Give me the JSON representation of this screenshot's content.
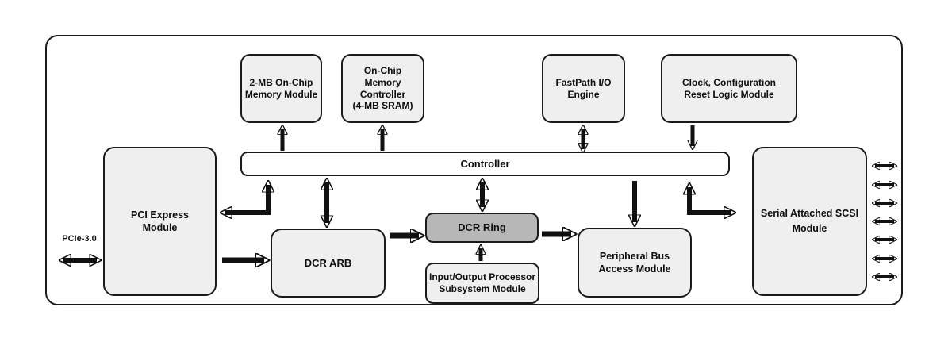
{
  "diagram": {
    "type": "block-diagram",
    "boxes": {
      "mem_module": {
        "label": "2-MB On-Chip\nMemory Module"
      },
      "mem_controller": {
        "label": "On-Chip Memory\nController\n(4-MB SRAM)"
      },
      "fastpath": {
        "label": "FastPath I/O\nEngine"
      },
      "clock_reset": {
        "label": "Clock, Configuration\nReset Logic Module"
      },
      "controller": {
        "label": "Controller"
      },
      "pci_express": {
        "label": "PCI Express\nModule"
      },
      "dcr_arb": {
        "label": "DCR ARB"
      },
      "dcr_ring": {
        "label": "DCR Ring"
      },
      "io_processor": {
        "label": "Input/Output Processor\nSubsystem Module"
      },
      "peripheral_bus": {
        "label": "Peripheral Bus\nAccess Module"
      },
      "sas_module": {
        "label": "Serial Attached SCSI\nModule"
      }
    },
    "external_labels": {
      "pcie": "PCIe-3.0"
    },
    "colors": {
      "box_fill": "#efefef",
      "highlight_fill": "#b7b7b7",
      "controller_fill": "#ffffff",
      "border": "#1a1a1a",
      "arrow": "#111111",
      "background": "#ffffff"
    },
    "connections": [
      {
        "from": "PCIe-3.0 (external)",
        "to": "PCI Express Module",
        "direction": "bidirectional"
      },
      {
        "from": "Controller",
        "to": "2-MB On-Chip Memory Module",
        "direction": "up"
      },
      {
        "from": "Controller",
        "to": "On-Chip Memory Controller (4-MB SRAM)",
        "direction": "up"
      },
      {
        "from": "Controller",
        "to": "FastPath I/O Engine",
        "direction": "bidirectional"
      },
      {
        "from": "Clock, Configuration Reset Logic Module",
        "to": "Controller",
        "direction": "down"
      },
      {
        "from": "Controller",
        "to": "PCI Express Module",
        "direction": "bidirectional-elbow"
      },
      {
        "from": "PCI Express Module",
        "to": "DCR ARB",
        "direction": "right"
      },
      {
        "from": "Controller",
        "to": "DCR ARB",
        "direction": "bidirectional"
      },
      {
        "from": "Controller",
        "to": "DCR Ring",
        "direction": "bidirectional"
      },
      {
        "from": "DCR ARB",
        "to": "DCR Ring",
        "direction": "right"
      },
      {
        "from": "DCR Ring",
        "to": "Peripheral Bus Access Module",
        "direction": "right"
      },
      {
        "from": "Input/Output Processor Subsystem Module",
        "to": "DCR Ring",
        "direction": "up"
      },
      {
        "from": "Controller",
        "to": "Peripheral Bus Access Module",
        "direction": "down"
      },
      {
        "from": "Controller",
        "to": "Serial Attached SCSI Module",
        "direction": "bidirectional-elbow"
      },
      {
        "from": "Serial Attached SCSI Module",
        "to": "external ports",
        "direction": "bidirectional",
        "count": 7
      }
    ]
  }
}
